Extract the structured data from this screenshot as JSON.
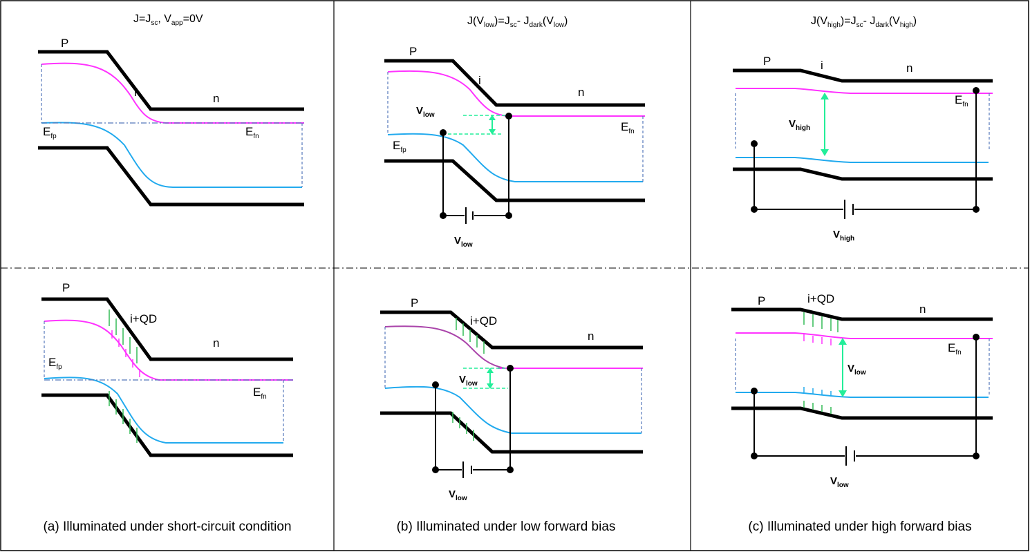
{
  "colors": {
    "band": "#000000",
    "electron_quasi_fermi": "#ff33ff",
    "hole_quasi_fermi": "#22aaee",
    "voltage_arrow": "#22ee99",
    "qd_states": "#33bb55",
    "dashed_guides": "#5577bb"
  },
  "headers": {
    "a": {
      "pre": "J=J",
      "sub1": "sc",
      "mid": ", V",
      "sub2": "app",
      "post": "=0V"
    },
    "b": {
      "pre": "J(V",
      "sub1": "low",
      "mid": ")=J",
      "sub2": "sc",
      "mid2": "- J",
      "sub3": "dark",
      "mid3": "(V",
      "sub4": "low",
      "post": ")"
    },
    "c": {
      "pre": "J(V",
      "sub1": "high",
      "mid": ")=J",
      "sub2": "sc",
      "mid2": "- J",
      "sub3": "dark",
      "mid3": "(V",
      "sub4": "high",
      "post": ")"
    }
  },
  "captions": {
    "a": "(a) Illuminated under short-circuit condition",
    "b": "(b) Illuminated under low forward bias",
    "c": "(c) Illuminated under high forward bias"
  },
  "region_labels": {
    "p": "P",
    "i": "i",
    "i_qd": "i+QD",
    "n": "n"
  },
  "fermi_labels": {
    "efp": {
      "main": "E",
      "sub": "fp"
    },
    "efn": {
      "main": "E",
      "sub": "fn"
    }
  },
  "voltage_labels": {
    "v_low": {
      "main": "V",
      "sub": "low"
    },
    "v_high": {
      "main": "V",
      "sub": "high"
    }
  }
}
